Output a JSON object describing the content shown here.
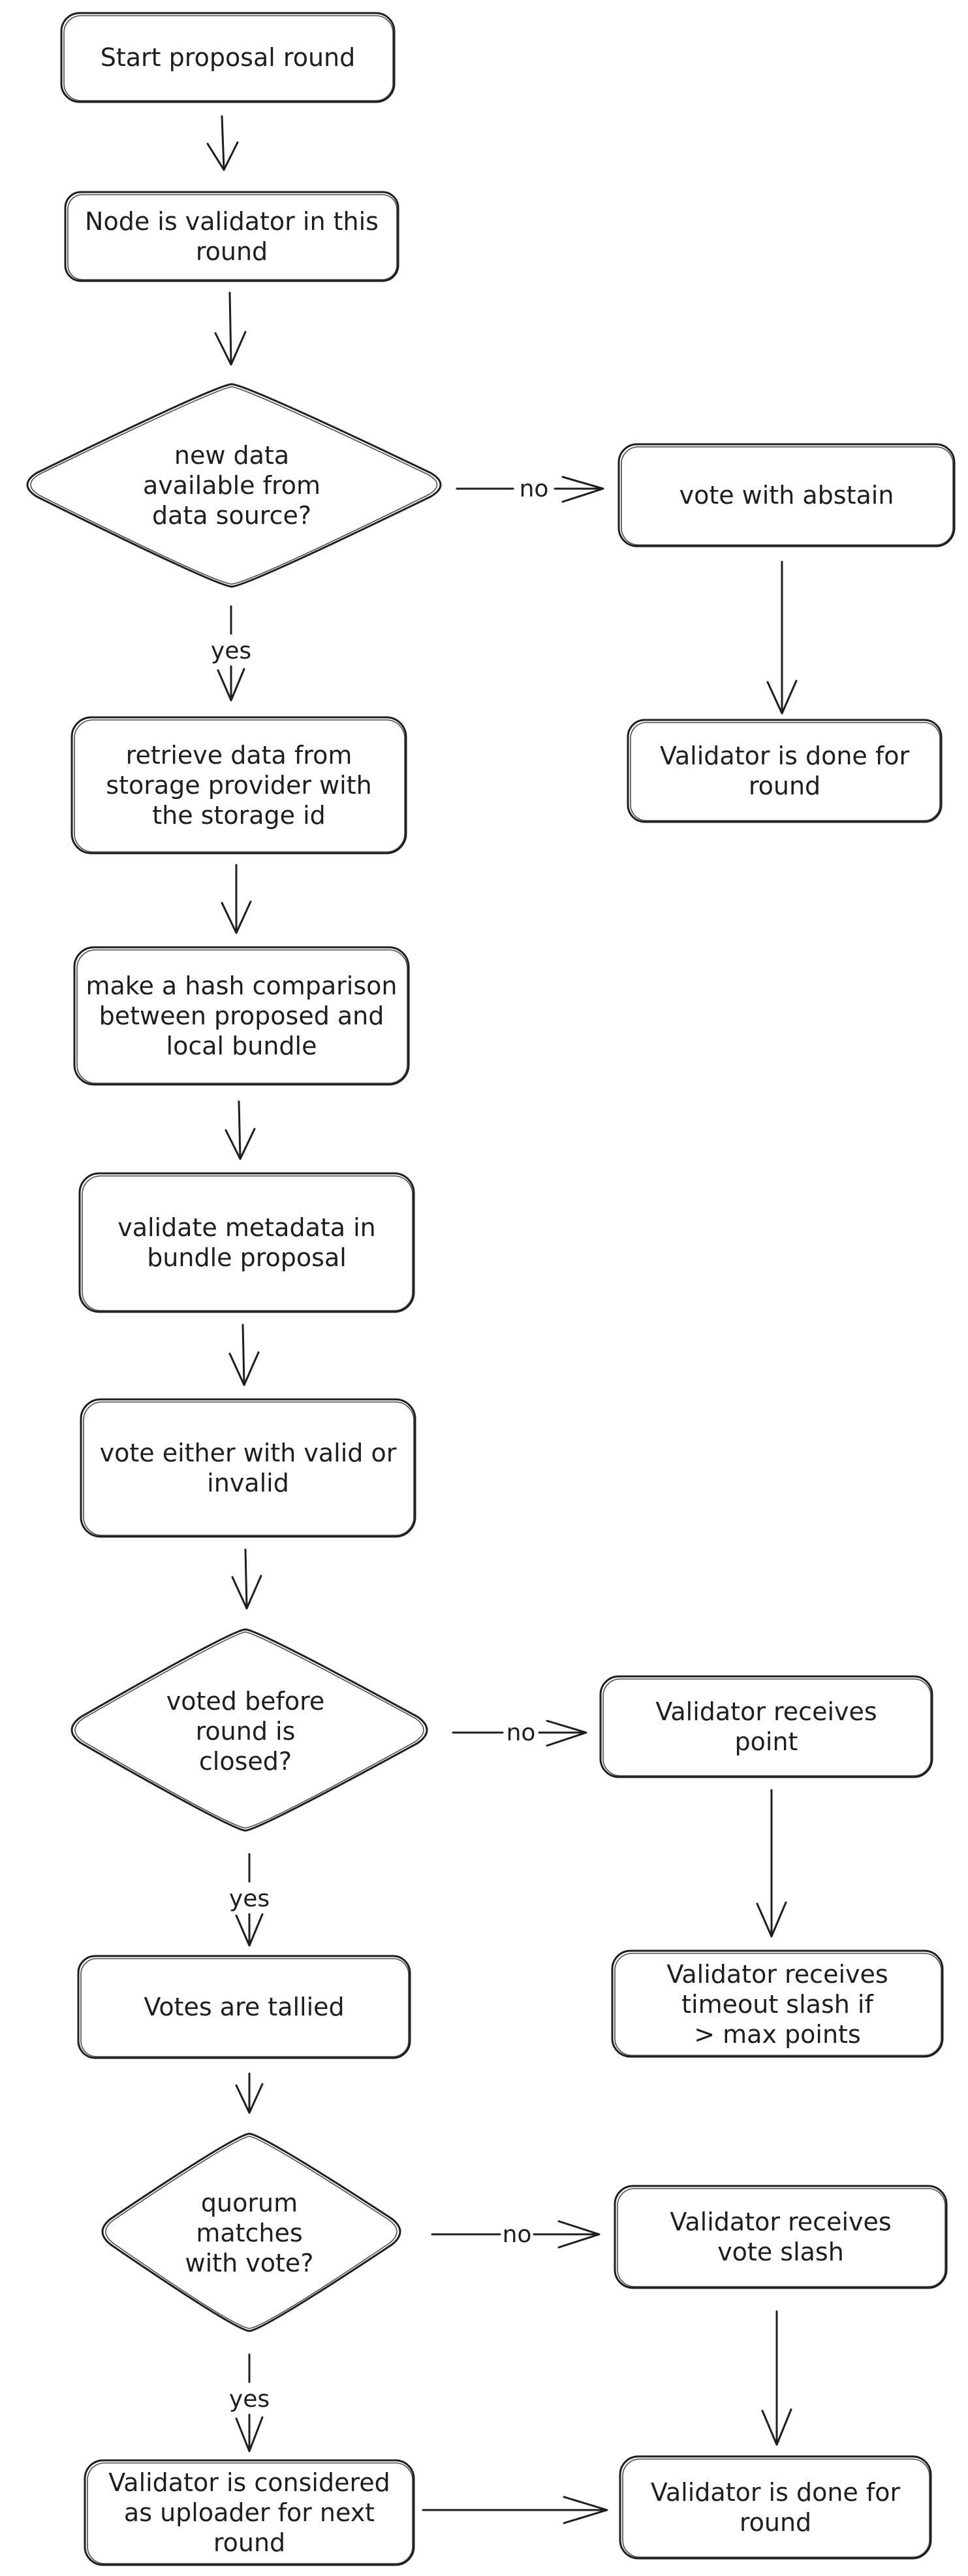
{
  "nodes": {
    "start": [
      "Start proposal round"
    ],
    "validator": [
      "Node is validator in this",
      "round"
    ],
    "new_data": [
      "new data",
      "available from",
      "data source?"
    ],
    "abstain": [
      "vote with abstain"
    ],
    "done_1": [
      "Validator is done for",
      "round"
    ],
    "retrieve": [
      "retrieve data from",
      "storage provider with",
      "the storage id"
    ],
    "hash": [
      "make a hash comparison",
      "between proposed and",
      "local bundle"
    ],
    "metadata": [
      "validate metadata in",
      "bundle proposal"
    ],
    "vote_valid": [
      "vote either with valid or",
      "invalid"
    ],
    "voted_before": [
      "voted before",
      "round is",
      "closed?"
    ],
    "receives_point": [
      "Validator receives",
      "point"
    ],
    "timeout_slash": [
      "Validator receives",
      "timeout slash if",
      "> max points"
    ],
    "tallied": [
      "Votes are tallied"
    ],
    "quorum": [
      "quorum",
      "matches",
      "with vote?"
    ],
    "vote_slash": [
      "Validator receives",
      "vote slash"
    ],
    "uploader": [
      "Validator is considered",
      "as uploader for next",
      "round"
    ],
    "done_2": [
      "Validator is done for",
      "round"
    ]
  },
  "edge_labels": {
    "new_data_no": "no",
    "new_data_yes": "yes",
    "voted_no": "no",
    "voted_yes": "yes",
    "quorum_no": "no",
    "quorum_yes": "yes"
  }
}
